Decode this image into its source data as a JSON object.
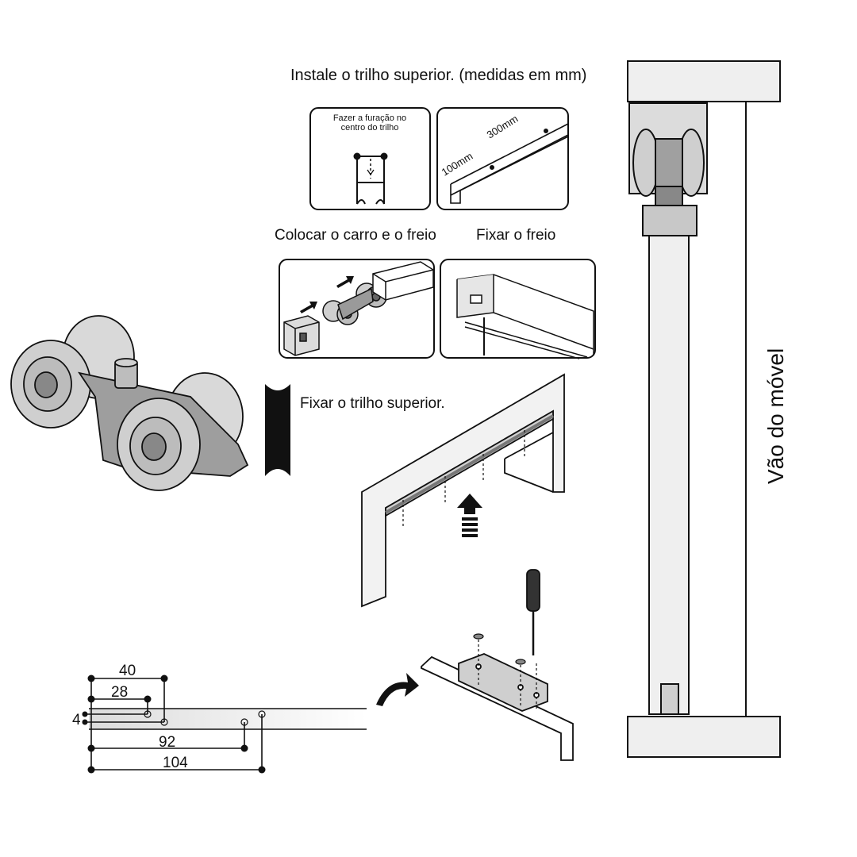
{
  "headings": {
    "install_top_rail": "Instale o trilho superior. (medidas em mm)",
    "place_carriage_brake": "Colocar o carro e o freio",
    "fix_brake": "Fixar o freio",
    "fix_top_rail": "Fixar o trilho superior."
  },
  "panel_drill": {
    "note_line1": "Fazer a furação no",
    "note_line2": "centro do trilho"
  },
  "panel_spacing": {
    "dim_first": "100mm",
    "dim_spacing": "300mm"
  },
  "side_view": {
    "label": "Vão do móvel"
  },
  "dimensions": {
    "d40": "40",
    "d28": "28",
    "d4": "4",
    "d92": "92",
    "d104": "104"
  },
  "colors": {
    "line": "#111111",
    "panel_fill": "#efefef",
    "rail_fill": "#dcdcdc",
    "wheel_fill": "#c8c8c8"
  }
}
